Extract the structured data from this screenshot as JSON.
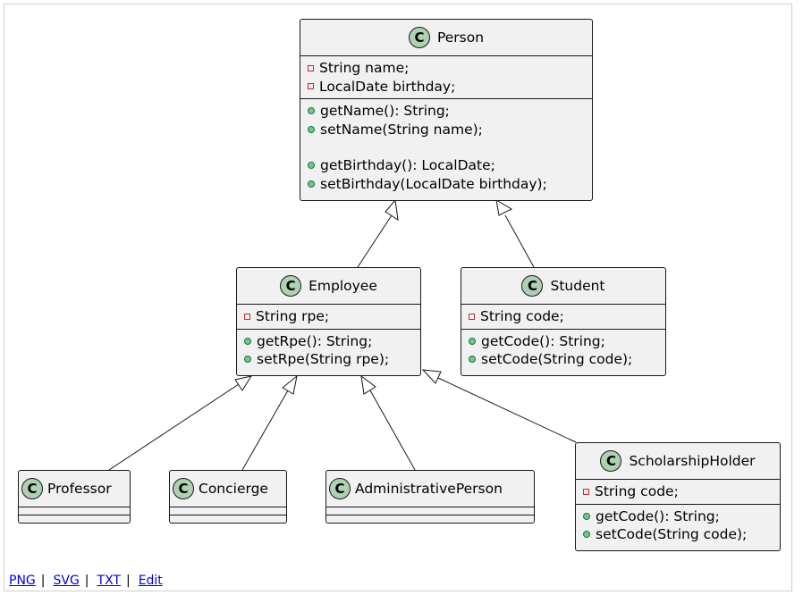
{
  "classes": {
    "person": {
      "name": "Person",
      "badge": "C",
      "fields": [
        {
          "vis": "private",
          "text": "String name;"
        },
        {
          "vis": "private",
          "text": "LocalDate birthday;"
        }
      ],
      "methods": [
        {
          "vis": "public",
          "text": "getName(): String;"
        },
        {
          "vis": "public",
          "text": "setName(String name);"
        },
        {
          "vis": "public",
          "text": "getBirthday(): LocalDate;"
        },
        {
          "vis": "public",
          "text": "setBirthday(LocalDate birthday);"
        }
      ]
    },
    "employee": {
      "name": "Employee",
      "badge": "C",
      "fields": [
        {
          "vis": "private",
          "text": "String rpe;"
        }
      ],
      "methods": [
        {
          "vis": "public",
          "text": "getRpe(): String;"
        },
        {
          "vis": "public",
          "text": "setRpe(String rpe);"
        }
      ]
    },
    "student": {
      "name": "Student",
      "badge": "C",
      "fields": [
        {
          "vis": "private",
          "text": "String code;"
        }
      ],
      "methods": [
        {
          "vis": "public",
          "text": "getCode(): String;"
        },
        {
          "vis": "public",
          "text": "setCode(String code);"
        }
      ]
    },
    "professor": {
      "name": "Professor",
      "badge": "C"
    },
    "concierge": {
      "name": "Concierge",
      "badge": "C"
    },
    "administrative_person": {
      "name": "AdministrativePerson",
      "badge": "C"
    },
    "scholarship_holder": {
      "name": "ScholarshipHolder",
      "badge": "C",
      "fields": [
        {
          "vis": "private",
          "text": "String code;"
        }
      ],
      "methods": [
        {
          "vis": "public",
          "text": "getCode(): String;"
        },
        {
          "vis": "public",
          "text": "setCode(String code);"
        }
      ]
    }
  },
  "relations": [
    {
      "from": "Employee",
      "to": "Person",
      "type": "inheritance"
    },
    {
      "from": "Student",
      "to": "Person",
      "type": "inheritance"
    },
    {
      "from": "Professor",
      "to": "Employee",
      "type": "inheritance"
    },
    {
      "from": "Concierge",
      "to": "Employee",
      "type": "inheritance"
    },
    {
      "from": "AdministrativePerson",
      "to": "Employee",
      "type": "inheritance"
    },
    {
      "from": "ScholarshipHolder",
      "to": "Employee",
      "type": "inheritance"
    }
  ],
  "footer": {
    "links": [
      "PNG",
      "SVG",
      "TXT",
      "Edit"
    ],
    "separator": "|"
  },
  "colors": {
    "class_fill": "#f1f1f1",
    "class_border": "#181818",
    "class_badge": "#add1b2",
    "private_marker": "#c82930",
    "public_marker": "#84be84",
    "link": "#0000ee"
  }
}
